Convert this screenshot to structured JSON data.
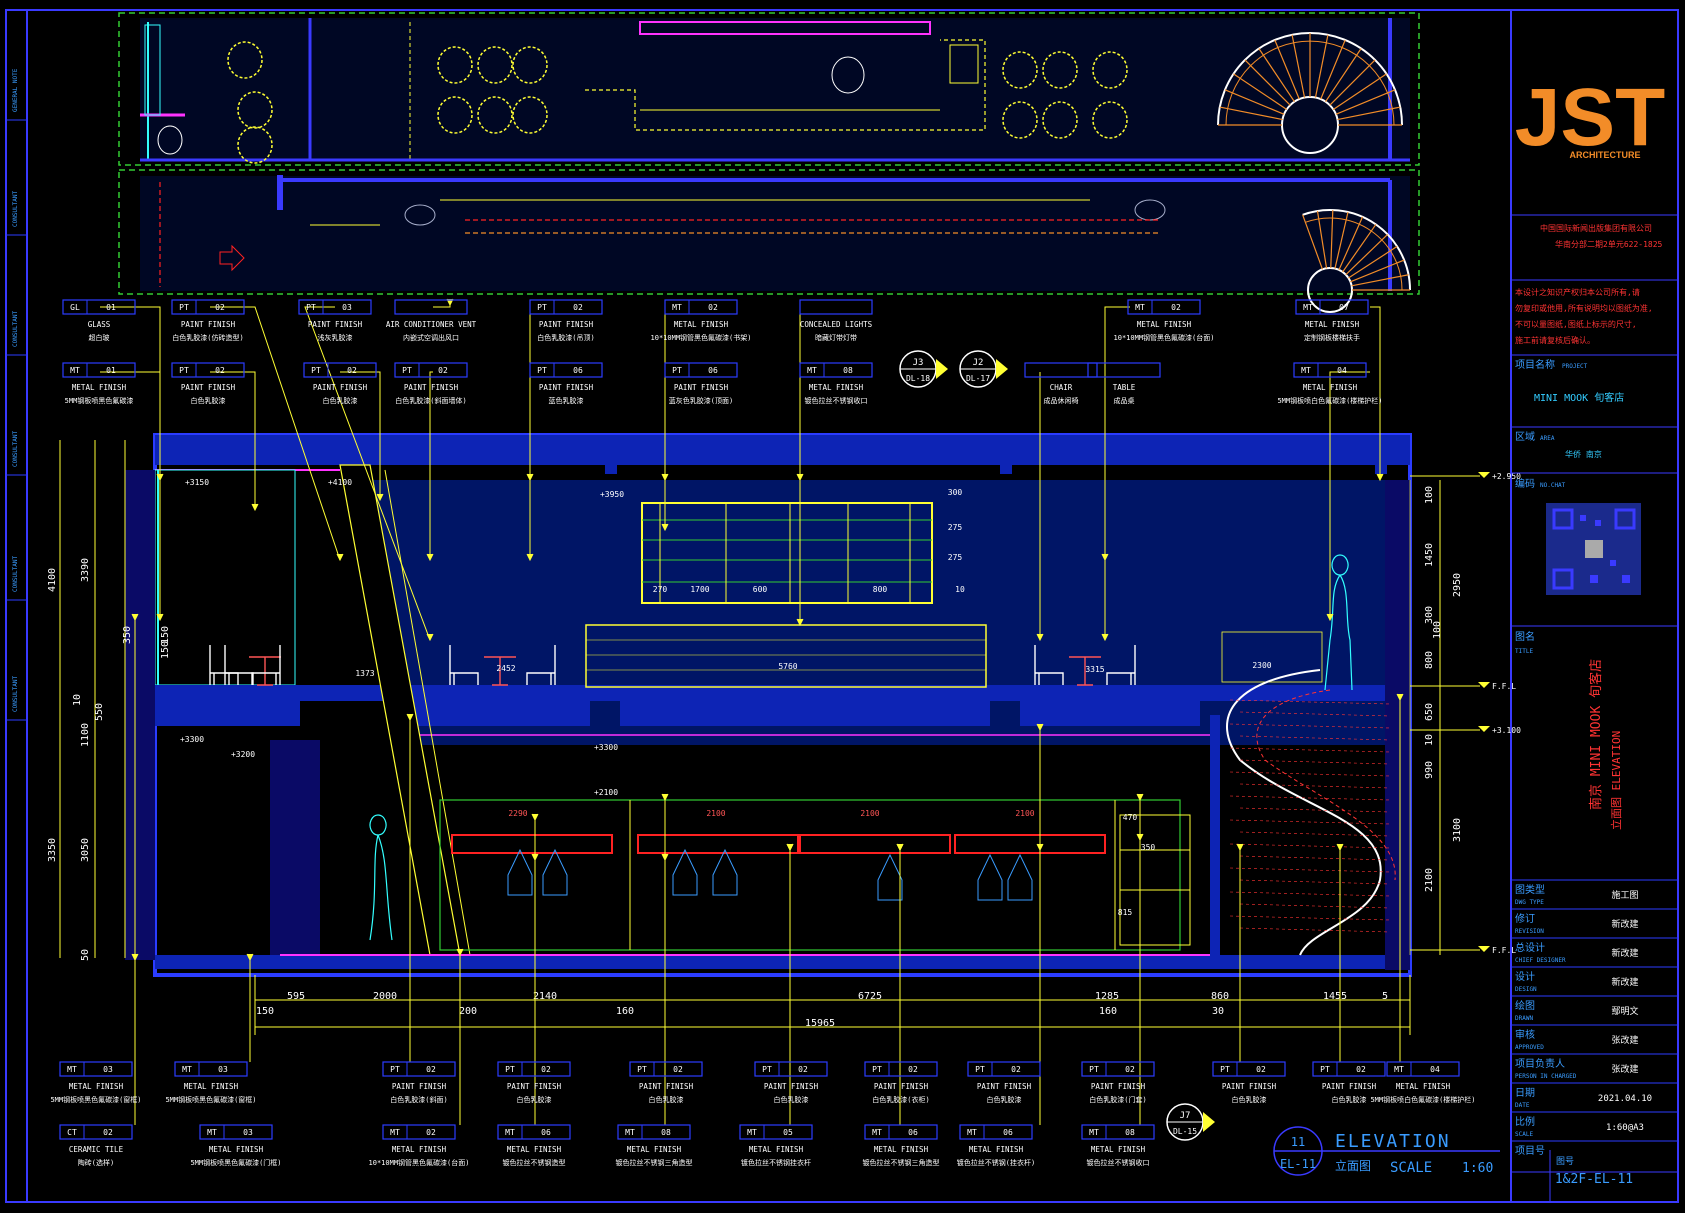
{
  "colors": {
    "background": "#000000",
    "border": "#2b3cff",
    "room_fill": "#001566",
    "annotation": "#ffff33",
    "magenta": "#ff33ff",
    "green": "#33cc33",
    "cyan": "#33ffff",
    "red": "#ff2222",
    "orange": "#f28c28",
    "brand": "#f28c28",
    "white": "#ffffff"
  },
  "title_block": {
    "brand": {
      "logo_text": "JST",
      "subtitle": "ARCHITECTURE"
    },
    "company_lines": [
      "中国国际新闻出版集团有限公司",
      "华南分部二期2单元622-1825"
    ],
    "notes": [
      "本设计之知识产权归本公司所有,请",
      "勿复印或他用,所有说明均以图纸为准,",
      "不可以量图纸,图纸上标示的尺寸,",
      "施工前请复核后确认。"
    ],
    "project_label_cn": "项目名称",
    "project_label_en": "PROJECT",
    "project_name": "MINI MOOK 旬客店",
    "area_label_cn": "区域",
    "area_label_en": "AREA",
    "area_value": "华侨 南京",
    "qr_label_cn": "编码",
    "qr_label_en": "NO.CHAT",
    "drawing_title_label_cn": "图名",
    "drawing_title_label_en": "TITLE",
    "drawing_title_line1": "南京 MINI MOOK 旬客店",
    "drawing_title_line2": "立面图 ELEVATION",
    "rows": [
      {
        "cn": "图类型",
        "en": "DWG TYPE",
        "value": "施工图"
      },
      {
        "cn": "修订",
        "en": "REVISION",
        "value": "新改建"
      },
      {
        "cn": "总设计",
        "en": "CHIEF DESIGNER",
        "value": "新改建"
      },
      {
        "cn": "设计",
        "en": "DESIGN",
        "value": "新改建"
      },
      {
        "cn": "绘图",
        "en": "DRAWN",
        "value": "鄢明文"
      },
      {
        "cn": "审核",
        "en": "APPROVED",
        "value": "张改建"
      },
      {
        "cn": "项目负责人",
        "en": "PERSON IN CHARGED",
        "value": "张改建"
      },
      {
        "cn": "日期",
        "en": "DATE",
        "value": "2021.04.10"
      },
      {
        "cn": "比例",
        "en": "SCALE",
        "value": "1:60@A3"
      },
      {
        "cn": "项目号",
        "en": "",
        "value": ""
      }
    ],
    "sheet_no_label": "图号",
    "sheet_no": "1&2F-EL-11"
  },
  "drawing_label": {
    "number": "11",
    "code": "EL-11",
    "title_en": "ELEVATION",
    "title_cn": "立面图",
    "scale_label": "SCALE",
    "scale_value": "1:60"
  },
  "left_strip": [
    "GENERAL NOTE",
    "CONSULTANT",
    "CONSULTANT",
    "CONSULTANT",
    "CONSULTANT",
    "CONSULTANT"
  ],
  "top_tags": [
    {
      "code": "GL",
      "num": "01",
      "en": "GLASS",
      "cn": "超白玻"
    },
    {
      "code": "MT",
      "num": "01",
      "en": "METAL FINISH",
      "cn": "5MM钢板喷黑色氟碳漆"
    },
    {
      "code": "PT",
      "num": "02",
      "en": "PAINT FINISH",
      "cn": "白色乳胶漆(仿砖造型)"
    },
    {
      "code": "PT",
      "num": "02",
      "en": "PAINT FINISH",
      "cn": "白色乳胶漆"
    },
    {
      "code": "PT",
      "num": "03",
      "en": "PAINT FINISH",
      "cn": "浅灰乳胶漆"
    },
    {
      "code": "PT",
      "num": "02",
      "en": "PAINT FINISH",
      "cn": "白色乳胶漆"
    },
    {
      "code": "",
      "num": "",
      "en": "AIR CONDITIONER VENT",
      "cn": "内嵌式空调出风口"
    },
    {
      "code": "PT",
      "num": "02",
      "en": "PAINT FINISH",
      "cn": "白色乳胶漆(斜面墙体)"
    },
    {
      "code": "PT",
      "num": "02",
      "en": "PAINT FINISH",
      "cn": "白色乳胶漆(吊顶)"
    },
    {
      "code": "PT",
      "num": "06",
      "en": "PAINT FINISH",
      "cn": "蓝色乳胶漆"
    },
    {
      "code": "MT",
      "num": "02",
      "en": "METAL FINISH",
      "cn": "10*10MM钢管黑色氟碳漆(书架)"
    },
    {
      "code": "PT",
      "num": "06",
      "en": "PAINT FINISH",
      "cn": "蓝灰色乳胶漆(顶面)"
    },
    {
      "code": "",
      "num": "",
      "en": "CONCEALED LIGHTS",
      "cn": "暗藏灯带灯带"
    },
    {
      "code": "MT",
      "num": "08",
      "en": "METAL FINISH",
      "cn": "镀色拉丝不锈钢收口"
    },
    {
      "code": "MT",
      "num": "02",
      "en": "METAL FINISH",
      "cn": "10*10MM钢管黑色氟碳漆(台面)"
    },
    {
      "code": "",
      "num": "",
      "en": "CHAIR",
      "cn": "成品休闲椅"
    },
    {
      "code": "",
      "num": "",
      "en": "TABLE",
      "cn": "成品桌"
    },
    {
      "code": "MT",
      "num": "07",
      "en": "METAL FINISH",
      "cn": "定制钢板楼梯扶手"
    },
    {
      "code": "MT",
      "num": "04",
      "en": "METAL FINISH",
      "cn": "5MM钢板喷白色氟碳漆(楼梯护栏)"
    }
  ],
  "bottom_tags": [
    {
      "code": "MT",
      "num": "03",
      "en": "METAL FINISH",
      "cn": "5MM钢板喷黑色氟碳漆(窗框)"
    },
    {
      "code": "CT",
      "num": "02",
      "en": "CERAMIC TILE",
      "cn": "陶砖(选样)"
    },
    {
      "code": "MT",
      "num": "03",
      "en": "METAL FINISH",
      "cn": "5MM钢板喷黑色氟碳漆(窗框)"
    },
    {
      "code": "MT",
      "num": "03",
      "en": "METAL FINISH",
      "cn": "5MM钢板喷黑色氟碳漆(门框)"
    },
    {
      "code": "PT",
      "num": "02",
      "en": "PAINT FINISH",
      "cn": "白色乳胶漆(斜面)"
    },
    {
      "code": "MT",
      "num": "02",
      "en": "METAL FINISH",
      "cn": "10*10MM钢管黑色氟碳漆(台面)"
    },
    {
      "code": "PT",
      "num": "02",
      "en": "PAINT FINISH",
      "cn": "白色乳胶漆"
    },
    {
      "code": "MT",
      "num": "06",
      "en": "METAL FINISH",
      "cn": "镀色拉丝不锈钢造型"
    },
    {
      "code": "PT",
      "num": "02",
      "en": "PAINT FINISH",
      "cn": "白色乳胶漆"
    },
    {
      "code": "MT",
      "num": "08",
      "en": "METAL FINISH",
      "cn": "镀色拉丝不锈钢三角造型"
    },
    {
      "code": "PT",
      "num": "02",
      "en": "PAINT FINISH",
      "cn": "白色乳胶漆"
    },
    {
      "code": "MT",
      "num": "05",
      "en": "METAL FINISH",
      "cn": "镀色拉丝不锈钢挂衣杆"
    },
    {
      "code": "PT",
      "num": "02",
      "en": "PAINT FINISH",
      "cn": "白色乳胶漆(衣柜)"
    },
    {
      "code": "MT",
      "num": "06",
      "en": "METAL FINISH",
      "cn": "镀色拉丝不锈钢三角造型"
    },
    {
      "code": "PT",
      "num": "02",
      "en": "PAINT FINISH",
      "cn": "白色乳胶漆"
    },
    {
      "code": "MT",
      "num": "06",
      "en": "METAL FINISH",
      "cn": "镀色拉丝不锈钢(挂衣杆)"
    },
    {
      "code": "PT",
      "num": "02",
      "en": "PAINT FINISH",
      "cn": "白色乳胶漆(门套)"
    },
    {
      "code": "MT",
      "num": "08",
      "en": "METAL FINISH",
      "cn": "镀色拉丝不锈钢收口"
    },
    {
      "code": "PT",
      "num": "02",
      "en": "PAINT FINISH",
      "cn": "白色乳胶漆"
    },
    {
      "code": "PT",
      "num": "02",
      "en": "PAINT FINISH",
      "cn": "白色乳胶漆"
    },
    {
      "code": "MT",
      "num": "04",
      "en": "METAL FINISH",
      "cn": "5MM钢板喷白色氟碳漆(楼梯护栏)"
    }
  ],
  "callouts": [
    {
      "num": "J3",
      "ref": "DL-18"
    },
    {
      "num": "J2",
      "ref": "DL-17"
    },
    {
      "num": "J7",
      "ref": "DL-15"
    }
  ],
  "horizontal_dims": [
    "595",
    "2000",
    "2140",
    "6725",
    "1285",
    "860",
    "1455",
    "15965",
    "150",
    "200",
    "160",
    "160",
    "30",
    "5"
  ],
  "left_dims": [
    "4100",
    "3390",
    "350",
    "150",
    "550",
    "10",
    "1100",
    "3350",
    "3050",
    "50",
    "150"
  ],
  "right_dims": [
    "100",
    "1450",
    "2950",
    "300",
    "100",
    "800",
    "650",
    "10",
    "990",
    "3100",
    "2100"
  ],
  "levels": [
    "+2.950",
    "F.F.L",
    "+3.100",
    "F.F.L"
  ],
  "misc_labels": [
    "+3150",
    "+3950",
    "+3300",
    "+3300",
    "+3200",
    "+2100",
    "+4100",
    "1373",
    "2452",
    "5760",
    "3315",
    "2300",
    "2290",
    "2100",
    "2100",
    "2100",
    "470",
    "350",
    "815",
    "300",
    "275",
    "275",
    "270",
    "600",
    "1700",
    "800",
    "10"
  ]
}
